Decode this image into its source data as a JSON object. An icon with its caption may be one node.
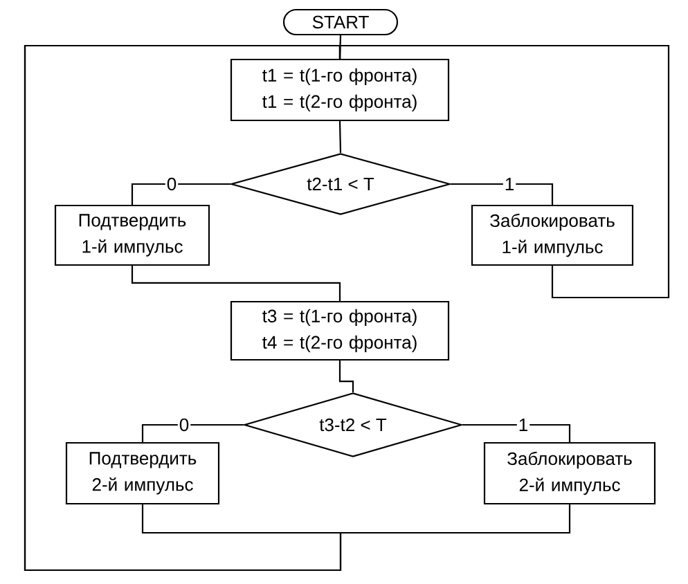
{
  "diagram": {
    "nodes": [
      {
        "text": [
          "START"
        ]
      },
      {
        "text": [
          "t1 = t(1-го фронта)",
          "t1 = t(2-го фронта)"
        ]
      },
      {
        "text": [
          "t2-t1 < T"
        ]
      },
      {
        "text": [
          "Подтвердить 1-й импульс"
        ]
      },
      {
        "text": [
          "Заблокировать 1-й импульс"
        ]
      },
      {
        "text": [
          "t3 = t(1-го фронта)",
          "t4 = t(2-го фронта)"
        ]
      },
      {
        "text": [
          "t3-t2 < T"
        ]
      },
      {
        "text": [
          "Подтвердить 2-й импульс"
        ]
      },
      {
        "text": [
          "Заблокировать 2-й импульс"
        ]
      }
    ],
    "edges": [
      {
        "from": 0,
        "to": 1,
        "arrow": "none"
      },
      {
        "from": 1,
        "to": 2,
        "arrow": "none"
      },
      {
        "from": 2,
        "to": 3,
        "arrow": "none",
        "label": "0"
      },
      {
        "from": 2,
        "to": 4,
        "arrow": "none",
        "label": "1"
      },
      {
        "from": 3,
        "to": 5,
        "arrow": "none"
      },
      {
        "from": 4,
        "to": 1,
        "arrow": "none"
      },
      {
        "from": 5,
        "to": 6,
        "arrow": "none"
      },
      {
        "from": 6,
        "to": 7,
        "arrow": "none",
        "label": "0"
      },
      {
        "from": 6,
        "to": 8,
        "arrow": "none",
        "label": "1"
      },
      {
        "from": 7,
        "to": 1,
        "arrow": "none"
      },
      {
        "from": 8,
        "to": 1,
        "arrow": "none"
      }
    ]
  }
}
